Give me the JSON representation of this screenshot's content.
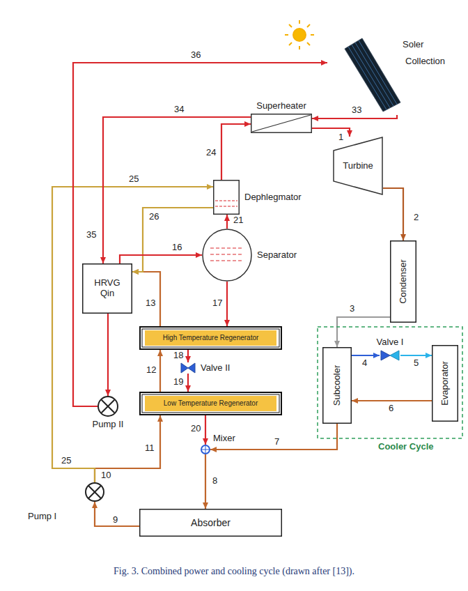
{
  "diagram": {
    "caption": "Fig. 3. Combined power and cooling cycle (drawn after [13]).",
    "nodes": [
      {
        "text": [
          "Soler",
          "Collection"
        ]
      },
      {
        "text": [
          "Superheater"
        ]
      },
      {
        "text": [
          "Turbine"
        ]
      },
      {
        "text": [
          "Dephlegmator"
        ]
      },
      {
        "text": [
          "Separator"
        ]
      },
      {
        "text": [
          "HRVG",
          "Qin"
        ]
      },
      {
        "text": [
          "Condenser"
        ]
      },
      {
        "text": [
          "High Temperature Regenerator"
        ]
      },
      {
        "text": [
          "Valve II"
        ]
      },
      {
        "text": [
          "Low Temperature Regenerator"
        ]
      },
      {
        "text": [
          "Pump II"
        ]
      },
      {
        "text": [
          "Mixer"
        ]
      },
      {
        "text": [
          "Pump I"
        ]
      },
      {
        "text": [
          "Absorber"
        ]
      },
      {
        "text": [
          "Cooler Cycle"
        ]
      },
      {
        "text": [
          "Subcooler"
        ],
        "in": 14
      },
      {
        "text": [
          "Valve I"
        ],
        "in": 14
      },
      {
        "text": [
          "Evaporator"
        ],
        "in": 14
      }
    ],
    "edges": [
      {
        "from": 0,
        "to": 1,
        "label": "33",
        "arrow": "to"
      },
      {
        "from": 1,
        "to": 2,
        "label": "1",
        "arrow": "to"
      },
      {
        "from": 2,
        "to": 6,
        "label": "2",
        "arrow": "to"
      },
      {
        "from": 6,
        "to": 15,
        "label": "3",
        "arrow": "to"
      },
      {
        "from": 15,
        "to": 16,
        "label": "4",
        "arrow": "to"
      },
      {
        "from": 16,
        "to": 17,
        "label": "5",
        "arrow": "to"
      },
      {
        "from": 17,
        "to": 15,
        "label": "6",
        "arrow": "to"
      },
      {
        "from": 15,
        "to": 11,
        "label": "7",
        "arrow": "to"
      },
      {
        "from": 11,
        "to": 13,
        "label": "8",
        "arrow": "to"
      },
      {
        "from": 13,
        "to": 12,
        "label": "9",
        "arrow": "to"
      },
      {
        "from": 12,
        "to": 9,
        "label": "11",
        "arrow": "to"
      },
      {
        "from": 12,
        "to": 3,
        "label": "25",
        "arrow": "to"
      },
      {
        "from": 9,
        "to": 7,
        "label": "12",
        "arrow": "to"
      },
      {
        "from": 7,
        "to": 5,
        "label": "13",
        "arrow": "to"
      },
      {
        "from": 3,
        "to": 5,
        "label": "26",
        "arrow": "to"
      },
      {
        "from": 5,
        "to": 4,
        "label": "16",
        "arrow": "to"
      },
      {
        "from": 4,
        "to": 3,
        "label": "21",
        "arrow": "to"
      },
      {
        "from": 3,
        "to": 1,
        "label": "24",
        "arrow": "to"
      },
      {
        "from": 4,
        "to": 7,
        "label": "17",
        "arrow": "to"
      },
      {
        "from": 7,
        "to": 8,
        "label": "18",
        "arrow": "to"
      },
      {
        "from": 8,
        "to": 9,
        "label": "19",
        "arrow": "to"
      },
      {
        "from": 9,
        "to": 11,
        "label": "20",
        "arrow": "to"
      },
      {
        "from": 1,
        "to": 5,
        "label": "34",
        "arrow": "to"
      },
      {
        "from": 5,
        "to": 10,
        "arrow": "to"
      },
      {
        "from": 10,
        "to": 0,
        "label": "36",
        "arrow": "to"
      }
    ],
    "labels": [
      "10",
      "25",
      "35"
    ]
  }
}
